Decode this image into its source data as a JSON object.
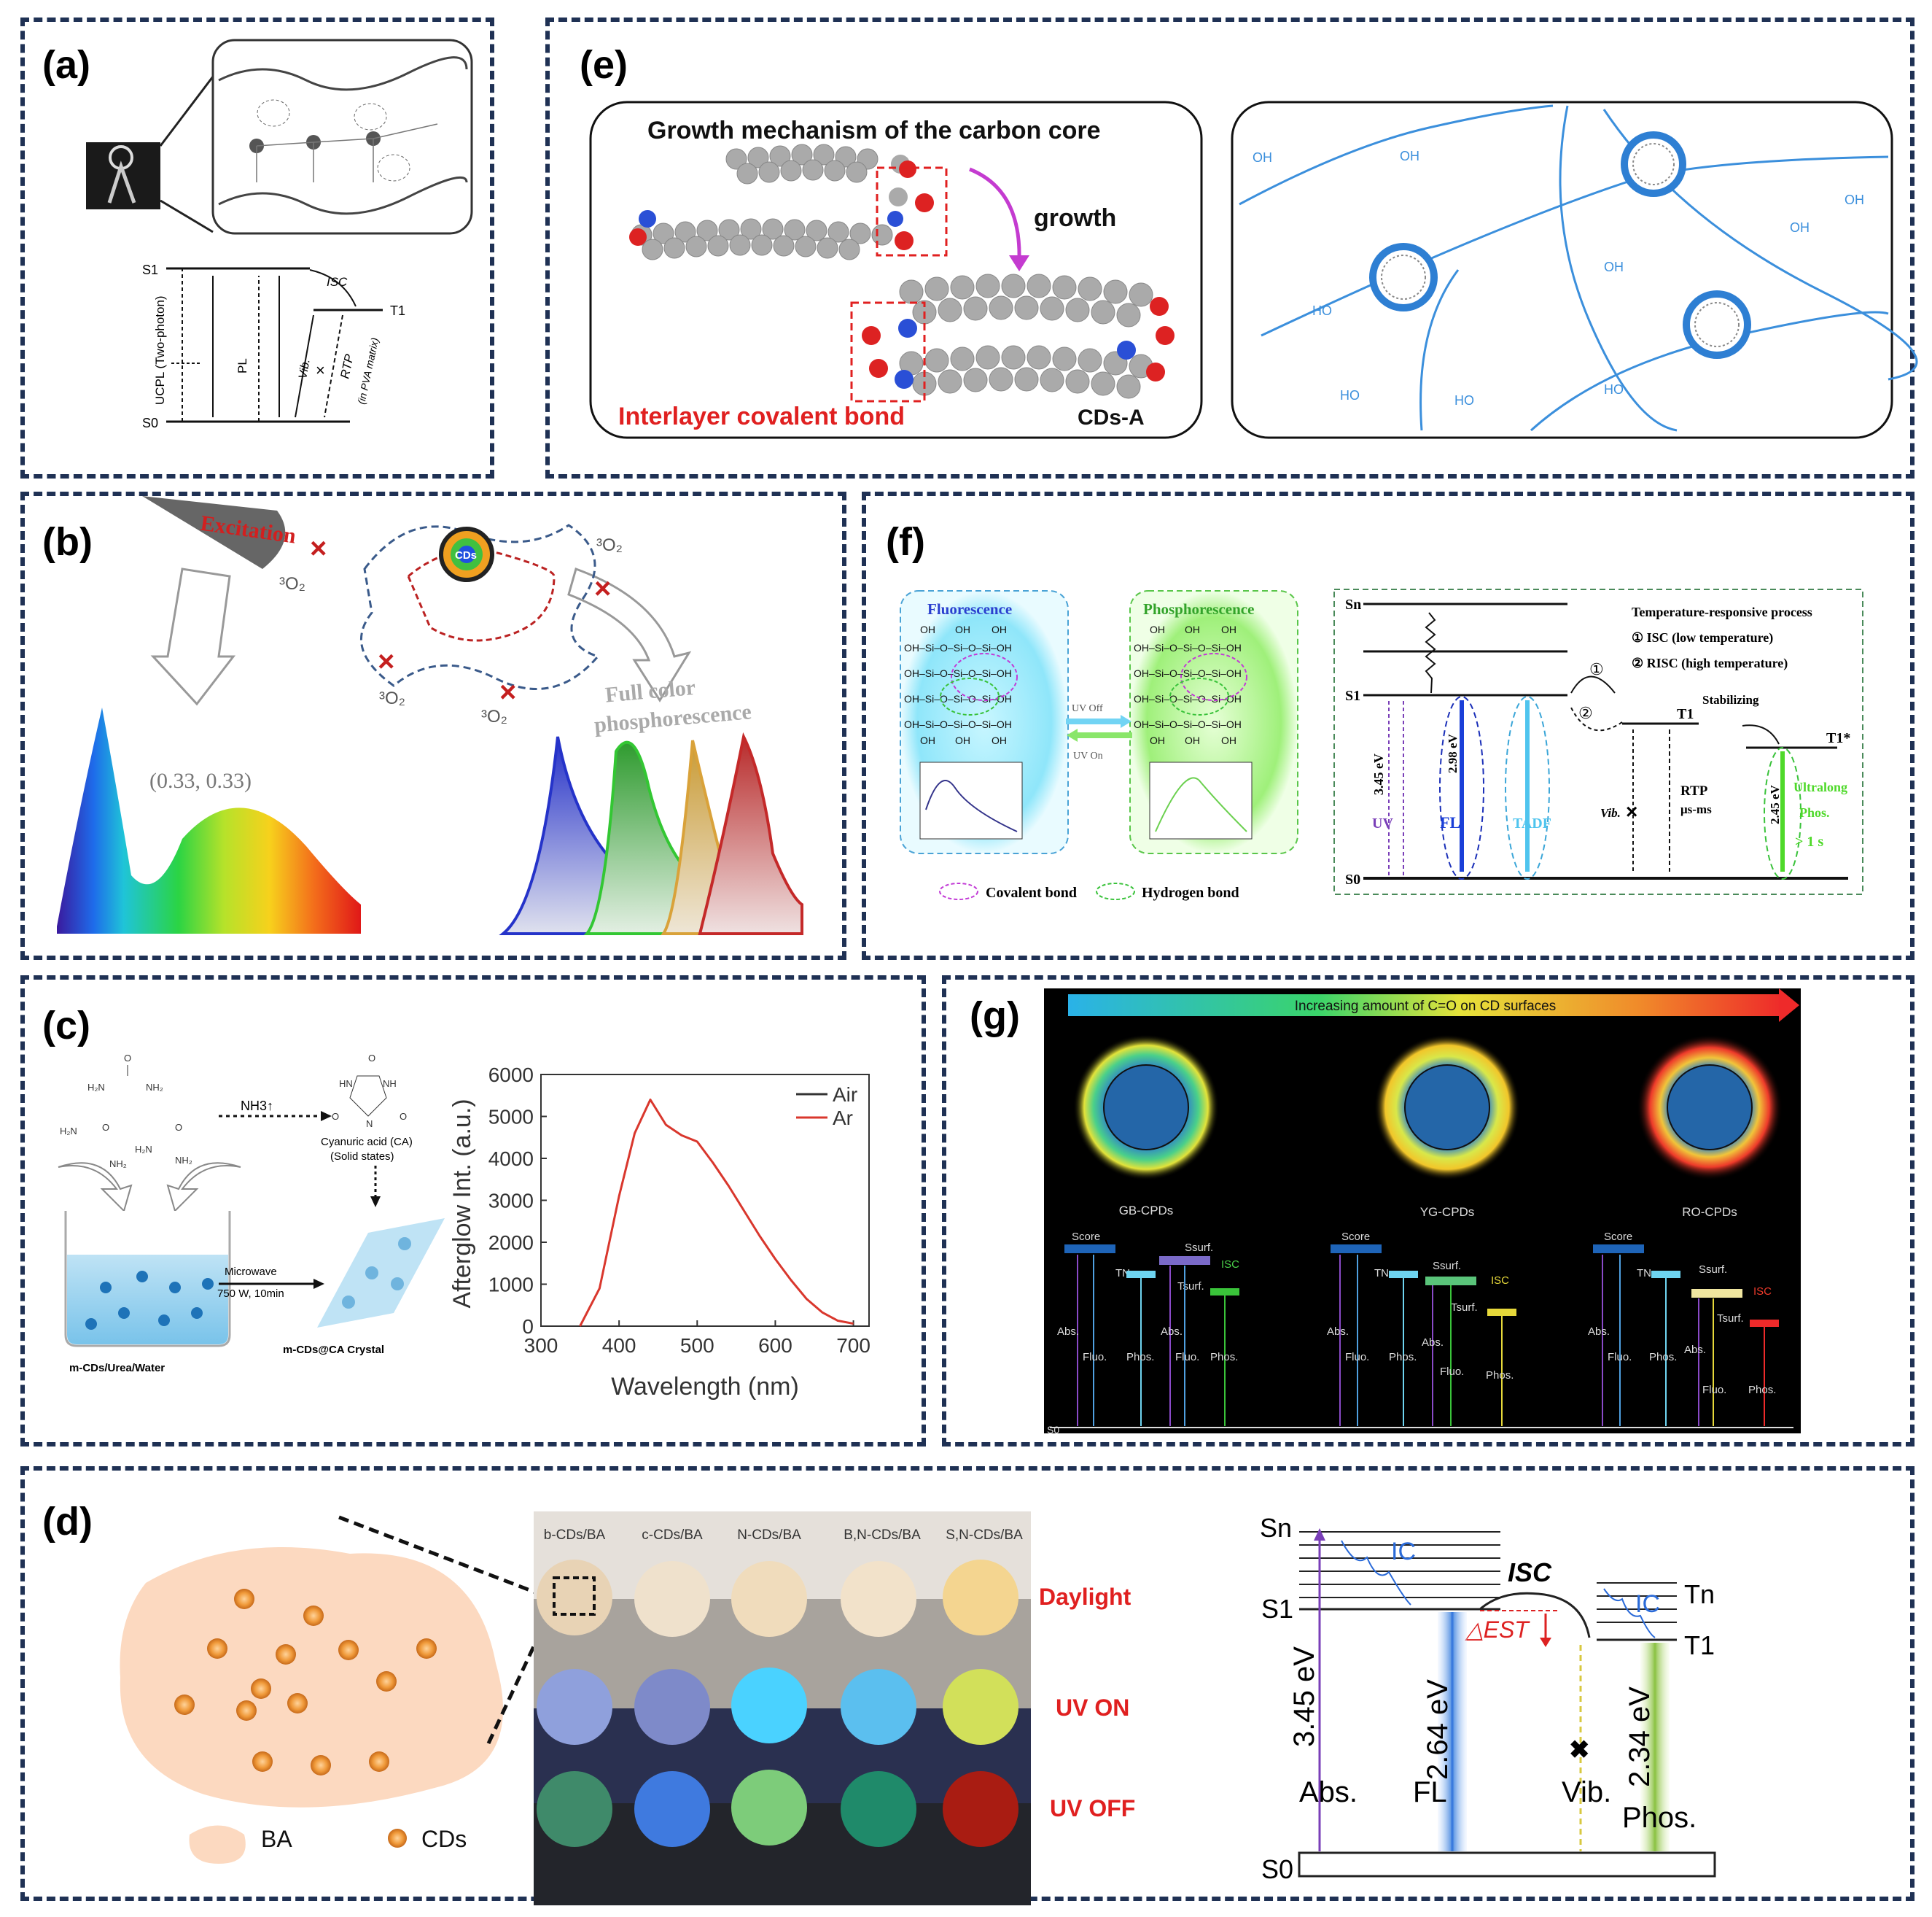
{
  "panels": {
    "a": {
      "label": "(a)",
      "s1": "S1",
      "s0": "S0",
      "t1": "T1",
      "isc": "ISC",
      "ucpl": "UCPL (Two-photon)",
      "pl": "PL",
      "vib": "Vib.",
      "rtp": "RTP",
      "rtp_sub": "(in PVA matrix)"
    },
    "b": {
      "label": "(b)",
      "excitation": "Excitation",
      "cds": "CDs",
      "o2": "³O₂",
      "coord": "(0.33, 0.33)",
      "full_color": "Full color",
      "phosphorescence": "phosphorescence"
    },
    "c": {
      "label": "(c)",
      "nh3": "NH3↑",
      "ca_line1": "Cyanuric acid (CA)",
      "ca_line2": "(Solid states)",
      "microwave": "Microwave",
      "microwave_cond": "750 W, 10min",
      "left_caption": "m-CDs/Urea/Water",
      "right_caption": "m-CDs@CA Crystal"
    },
    "d": {
      "label": "(d)",
      "ba": "BA",
      "cds": "CDs",
      "columns": [
        "b-CDs/BA",
        "c-CDs/BA",
        "N-CDs/BA",
        "B,N-CDs/BA",
        "S,N-CDs/BA"
      ],
      "rows": [
        "Daylight",
        "UV ON",
        "UV OFF"
      ],
      "sn": "Sn",
      "s1": "S1",
      "s0": "S0",
      "tn": "Tn",
      "t1": "T1",
      "ic": "IC",
      "isc": "ISC",
      "dest": "△EST",
      "e1": "3.45 eV",
      "e2": "2.64 eV",
      "e3": "2.34 eV",
      "abs": "Abs.",
      "fl": "FL",
      "vib": "Vib.",
      "phos": "Phos."
    },
    "e": {
      "label": "(e)",
      "title": "Growth mechanism of the carbon core",
      "growth": "growth",
      "interlayer": "Interlayer covalent bond",
      "cds_a": "CDs-A",
      "oh": "OH",
      "ho": "HO"
    },
    "f": {
      "label": "(f)",
      "fluorescence": "Fluorescence",
      "phosphorescence": "Phosphorescence",
      "uv_off": "UV Off",
      "uv_on": "UV On",
      "covalent": "Covalent bond",
      "hydrogen": "Hydrogen bond",
      "temp_title": "Temperature-responsive process",
      "isc_item": "① ISC (low temperature)",
      "risc_item": "② RISC (high temperature)",
      "sn": "Sn",
      "s1": "S1",
      "s0": "S0",
      "t1": "T1",
      "t1s": "T1*",
      "stabilizing": "Stabilizing",
      "e345": "3.45 eV",
      "e298": "2.98 eV",
      "e245": "2.45 eV",
      "uv": "UV",
      "fl": "FL",
      "tadf": "TADF",
      "vib": "Vib.",
      "rtp": "RTP",
      "rtp_time": "μs-ms",
      "ultralong": "Ultralong",
      "phos": "Phos.",
      "gt1s": "> 1 s",
      "circle1": "①",
      "circle2": "②"
    },
    "g": {
      "label": "(g)",
      "banner": "Increasing amount of C=O on CD surfaces",
      "particles": [
        "GB-CPDs",
        "YG-CPDs",
        "RO-CPDs"
      ],
      "score": "Score",
      "ssurf": "Ssurf.",
      "tn": "TN",
      "tsurf": "Tsurf.",
      "isc": "ISC",
      "abs": "Abs.",
      "fluo": "Fluo.",
      "phos": "Phos.",
      "s0": "S0"
    }
  },
  "chart_data": {
    "type": "line",
    "x": [
      350,
      375,
      400,
      420,
      440,
      460,
      480,
      500,
      520,
      540,
      560,
      580,
      600,
      620,
      640,
      660,
      680,
      700
    ],
    "series": [
      {
        "name": "Air",
        "values": [
          0,
          900,
          3100,
          4600,
          5400,
          4800,
          4550,
          4400,
          3900,
          3350,
          2750,
          2150,
          1600,
          1100,
          650,
          330,
          130,
          60
        ],
        "color": "#333333"
      },
      {
        "name": "Ar",
        "values": [
          0,
          900,
          3100,
          4600,
          5400,
          4800,
          4550,
          4400,
          3900,
          3350,
          2750,
          2150,
          1600,
          1100,
          650,
          330,
          130,
          60
        ],
        "color": "#d9372d"
      }
    ],
    "xlabel": "Wavelength (nm)",
    "ylabel": "Afterglow Int. (a.u.)",
    "xlim": [
      300,
      720
    ],
    "ylim": [
      0,
      6000
    ],
    "xticks": [
      300,
      400,
      500,
      600,
      700
    ],
    "yticks": [
      0,
      1000,
      2000,
      3000,
      4000,
      5000,
      6000
    ],
    "legend": "top-right"
  }
}
